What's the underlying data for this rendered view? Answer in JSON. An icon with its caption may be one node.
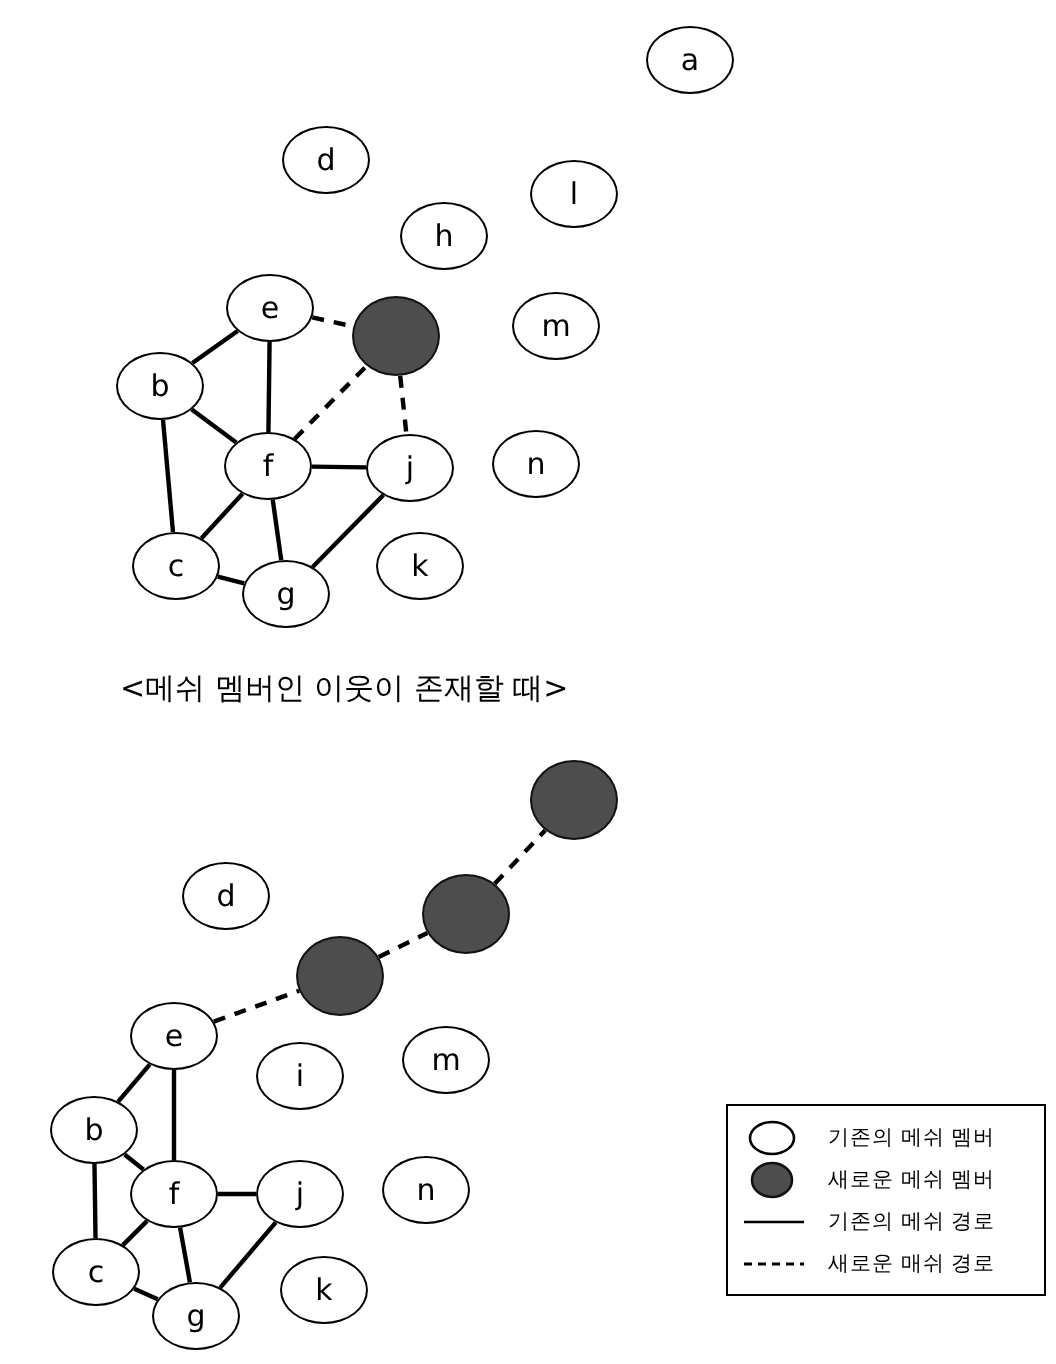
{
  "diagram": {
    "nodes": [
      {
        "text": [
          "a"
        ]
      },
      {
        "text": [
          "d"
        ]
      },
      {
        "text": [
          "l"
        ]
      },
      {
        "text": [
          "h"
        ]
      },
      {
        "text": [
          "e"
        ]
      },
      {
        "text": [],
        "shape": "circle"
      },
      {
        "text": [
          "m"
        ]
      },
      {
        "text": [
          "b"
        ]
      },
      {
        "text": [
          "f"
        ]
      },
      {
        "text": [
          "j"
        ]
      },
      {
        "text": [
          "n"
        ]
      },
      {
        "text": [
          "c"
        ]
      },
      {
        "text": [
          "g"
        ]
      },
      {
        "text": [
          "k"
        ]
      },
      {
        "text": [],
        "shape": "circle"
      },
      {
        "text": [
          "d"
        ]
      },
      {
        "text": [],
        "shape": "circle"
      },
      {
        "text": [],
        "shape": "circle"
      },
      {
        "text": [
          "e"
        ]
      },
      {
        "text": [
          "m"
        ]
      },
      {
        "text": [
          "i"
        ]
      },
      {
        "text": [
          "b"
        ]
      },
      {
        "text": [
          "f"
        ]
      },
      {
        "text": [
          "j"
        ]
      },
      {
        "text": [
          "n"
        ]
      },
      {
        "text": [
          "c"
        ]
      },
      {
        "text": [
          "g"
        ]
      },
      {
        "text": [
          "k"
        ]
      }
    ],
    "edges": [
      {
        "from": 7,
        "to": 4,
        "arrow": "none"
      },
      {
        "from": 4,
        "to": 8,
        "arrow": "none"
      },
      {
        "from": 7,
        "to": 8,
        "arrow": "none"
      },
      {
        "from": 7,
        "to": 11,
        "arrow": "none"
      },
      {
        "from": 8,
        "to": 11,
        "arrow": "none"
      },
      {
        "from": 8,
        "to": 12,
        "arrow": "none"
      },
      {
        "from": 11,
        "to": 12,
        "arrow": "none"
      },
      {
        "from": 8,
        "to": 9,
        "arrow": "none"
      },
      {
        "from": 9,
        "to": 12,
        "arrow": "none"
      },
      {
        "from": 4,
        "to": 5,
        "arrow": "none",
        "style": "dashed"
      },
      {
        "from": 8,
        "to": 5,
        "arrow": "none",
        "style": "dashed"
      },
      {
        "from": 5,
        "to": 9,
        "arrow": "none",
        "style": "dashed"
      },
      {
        "from": 21,
        "to": 18,
        "arrow": "none"
      },
      {
        "from": 18,
        "to": 22,
        "arrow": "none"
      },
      {
        "from": 21,
        "to": 22,
        "arrow": "none"
      },
      {
        "from": 21,
        "to": 25,
        "arrow": "none"
      },
      {
        "from": 22,
        "to": 25,
        "arrow": "none"
      },
      {
        "from": 22,
        "to": 26,
        "arrow": "none"
      },
      {
        "from": 25,
        "to": 26,
        "arrow": "none"
      },
      {
        "from": 22,
        "to": 23,
        "arrow": "none"
      },
      {
        "from": 23,
        "to": 26,
        "arrow": "none"
      },
      {
        "from": 18,
        "to": 17,
        "arrow": "none",
        "style": "dashed"
      },
      {
        "from": 17,
        "to": 16,
        "arrow": "none",
        "style": "dashed"
      },
      {
        "from": 16,
        "to": 14,
        "arrow": "none",
        "style": "dashed"
      }
    ],
    "labels": [
      "<메쉬 멤버인 이웃이 존재할 때>"
    ],
    "legend": [
      {
        "text": "기존의 메쉬 멤버"
      },
      {
        "text": "새로운 메쉬 멤버"
      },
      {
        "text": "기존의 메쉬 경로"
      },
      {
        "text": "새로운 매쉬 경로"
      }
    ]
  }
}
